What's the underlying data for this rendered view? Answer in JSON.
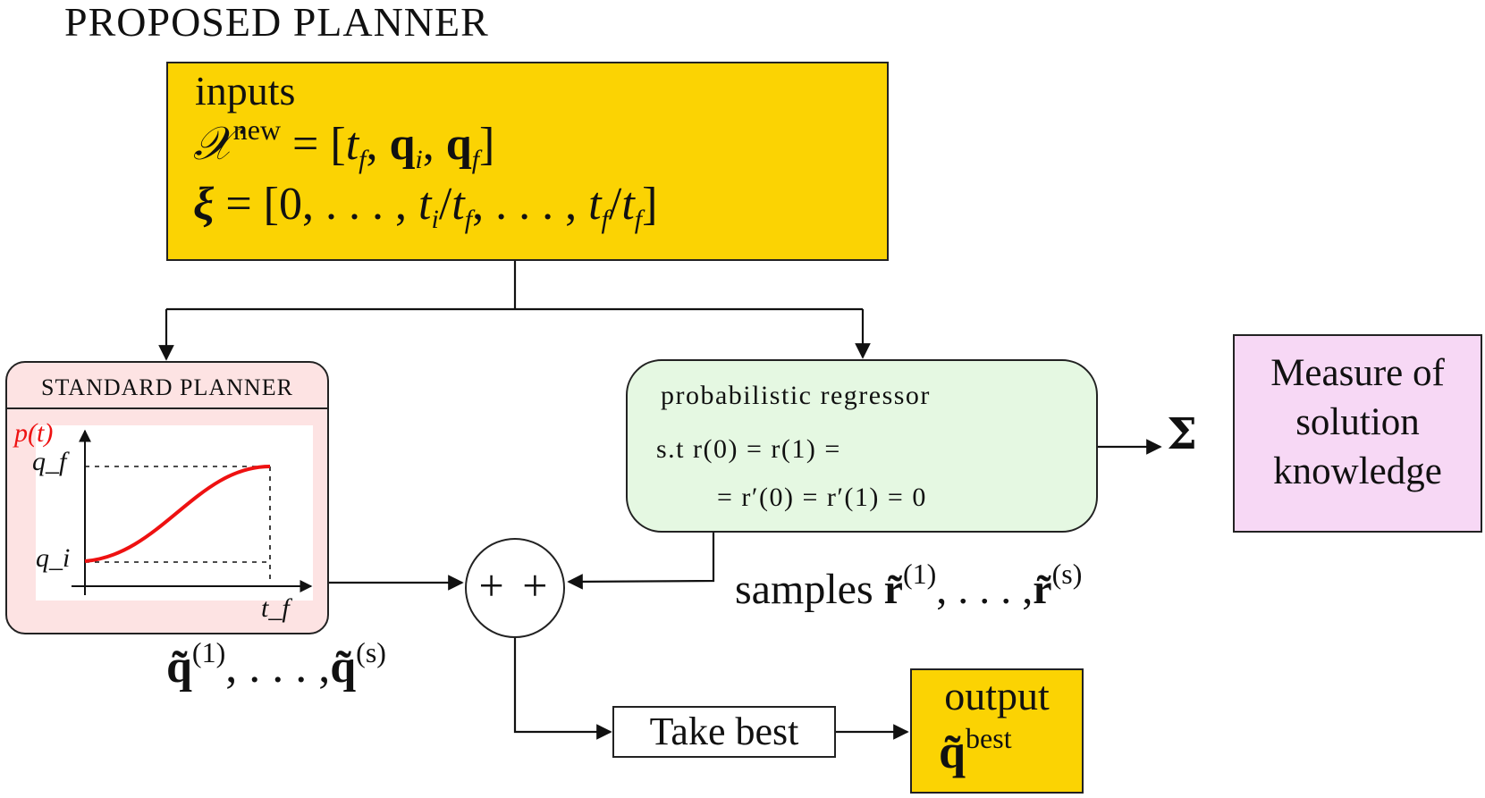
{
  "title": "PROPOSED PLANNER",
  "inputs": {
    "heading": "inputs",
    "x_symbol": "𝒳",
    "x_sup": "new",
    "x_rhs": "= [",
    "t": "t",
    "f": "f",
    "i": "i",
    "q": "q",
    "comma": ",",
    "close": "]",
    "xi_symbol": "ξ",
    "xi_rhs": "= [0, . . . ,",
    "slash": "/",
    "dots": ", . . . ,"
  },
  "standard_planner": {
    "heading": "STANDARD PLANNER",
    "plot_label_p": "p(t)",
    "label_qf": "q_f",
    "label_qi": "q_i",
    "label_tf": "t_f",
    "colors": {
      "curve": "#ee1111"
    }
  },
  "regressor": {
    "title": "probabilistic regressor",
    "constraint_1": "s.t r(0) = r(1) =",
    "constraint_2": "= r′(0) = r′(1) = 0"
  },
  "sigma": "Σ",
  "measure": {
    "line1": "Measure of",
    "line2": "solution",
    "line3": "knowledge"
  },
  "sum_node": "+ +",
  "samples": {
    "word": "samples",
    "r": "r̃",
    "sup1": "(1)",
    "sep": ", . . . ,",
    "sups": "(s)"
  },
  "q_samples": {
    "q": "q̃",
    "sup1": "(1)",
    "sep": ", . . . ,",
    "sups": "(s)"
  },
  "take_best": "Take best",
  "output": {
    "heading": "output",
    "q": "q̃",
    "sup": "best"
  },
  "colors": {
    "yellow": "#fbd303",
    "pink": "#fde3e3",
    "green": "#e5f8e2",
    "violet": "#f7d8f5"
  }
}
